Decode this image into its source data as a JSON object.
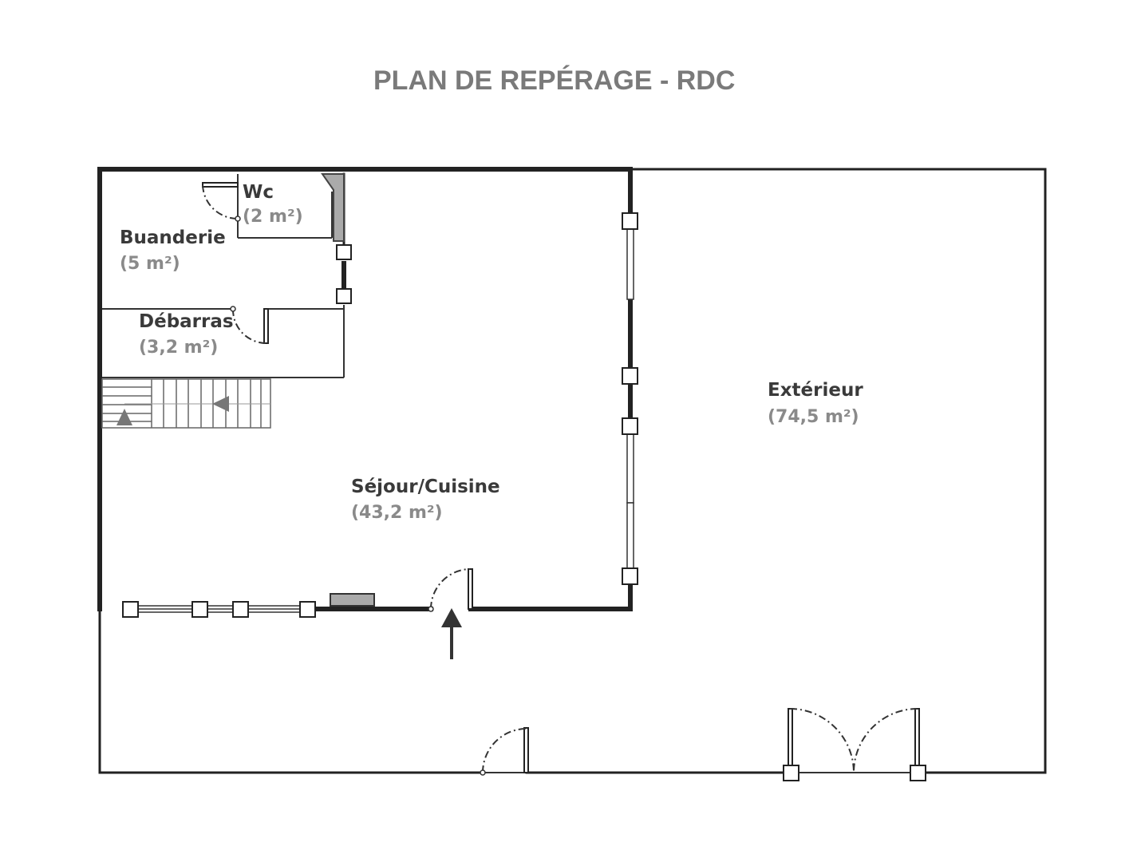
{
  "title": "PLAN DE REPÉRAGE - RDC",
  "rooms": [
    {
      "key": "wc",
      "name": "Wc",
      "area": "(2 m²)"
    },
    {
      "key": "buanderie",
      "name": "Buanderie",
      "area": "(5 m²)"
    },
    {
      "key": "debarras",
      "name": "Débarras",
      "area": "(3,2 m²)"
    },
    {
      "key": "sejour",
      "name": "Séjour/Cuisine",
      "area": "(43,2 m²)"
    },
    {
      "key": "exterieur",
      "name": "Extérieur",
      "area": "(74,5 m²)"
    }
  ],
  "colors": {
    "walls": "#222222",
    "title": "#7a7a7a",
    "room_name": "#3a3a3a",
    "room_area": "#8a8a8a",
    "stair_arrow": "#777777"
  },
  "icons": [
    "door-swing-icon",
    "window-icon",
    "stairs-up-icon",
    "entrance-arrow-icon"
  ]
}
